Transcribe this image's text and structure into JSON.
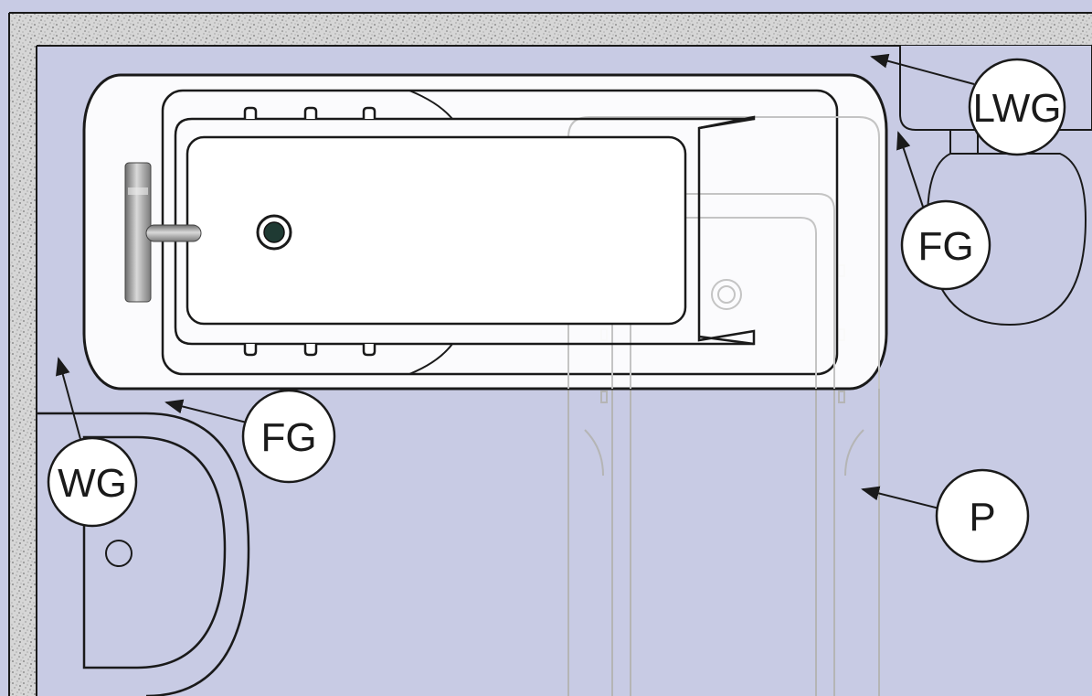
{
  "colors": {
    "floor": "#c8cbe4",
    "wall": "#d3d3d3",
    "fixture": "#ffffff",
    "outline": "#1a1a1a",
    "ghost": "#aaaaaa",
    "chrome": "#8f8f8f",
    "drain": "#2a2a2a"
  },
  "labels": {
    "lwg": "LWG",
    "fg_top": "FG",
    "fg_bottom": "FG",
    "wg": "WG",
    "p": "P"
  }
}
